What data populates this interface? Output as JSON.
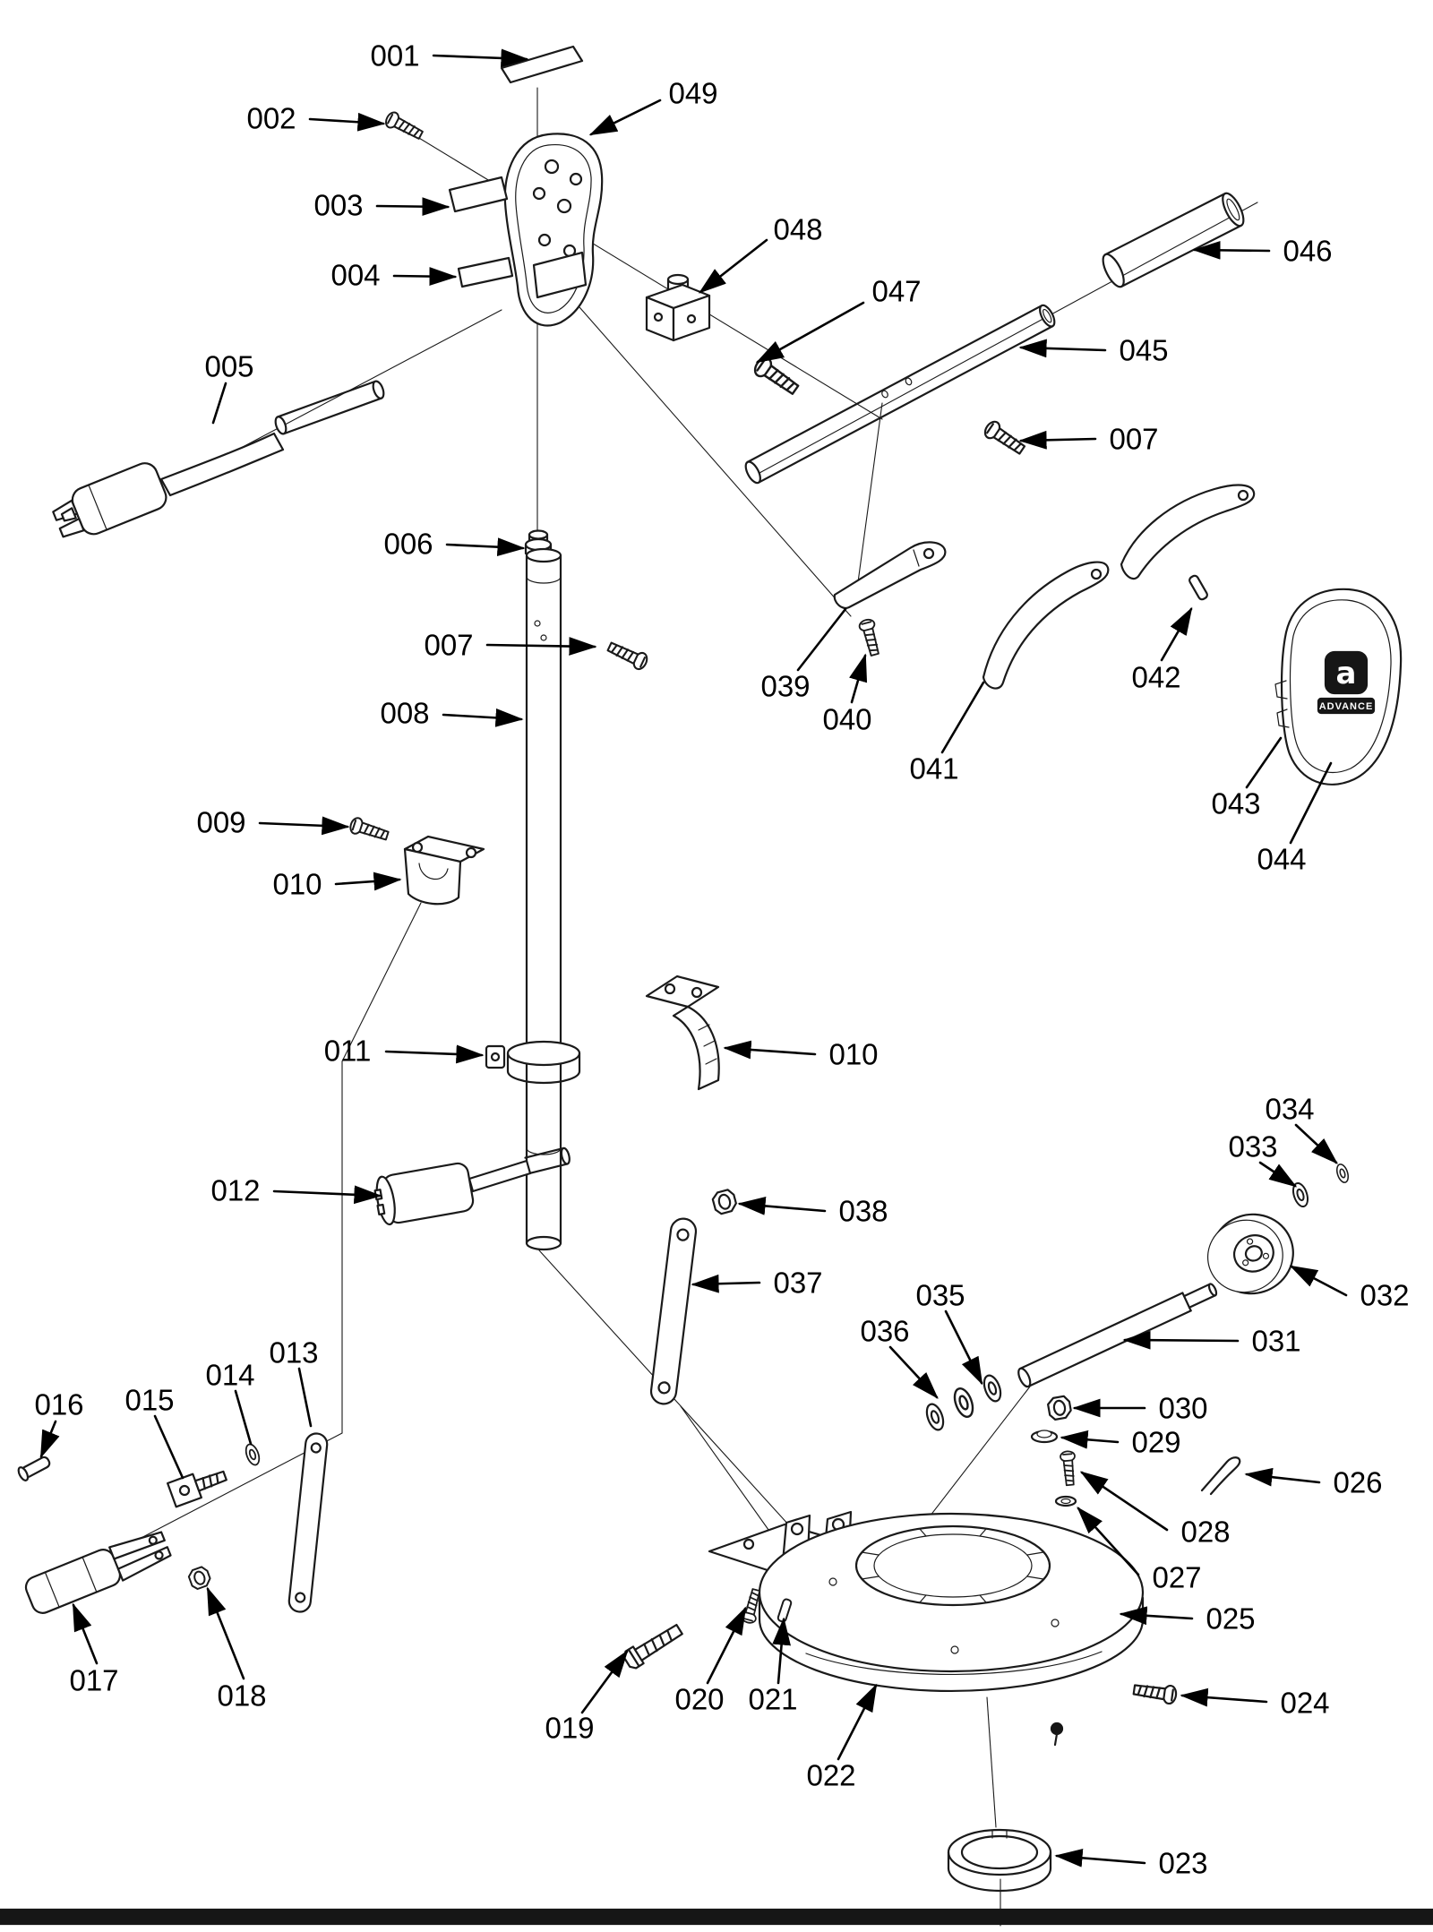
{
  "colors": {
    "ink": "#1a1a1a",
    "background": "#ffffff"
  },
  "brand": {
    "logo_mark": "a",
    "logo_text": "ADVANCE"
  },
  "diagram": {
    "type": "exploded-parts-diagram",
    "parts_count": 49,
    "callouts": [
      {
        "label": "001",
        "text": [
          441,
          62
        ],
        "line": [
          484,
          62,
          588,
          66
        ],
        "arrow": true
      },
      {
        "label": "002",
        "text": [
          303,
          132
        ],
        "line": [
          346,
          133,
          428,
          138
        ],
        "arrow": true
      },
      {
        "label": "049",
        "text": [
          774,
          104
        ],
        "line": [
          737,
          112,
          660,
          150
        ],
        "arrow": true
      },
      {
        "label": "003",
        "text": [
          378,
          229
        ],
        "line": [
          421,
          230,
          500,
          231
        ],
        "arrow": true
      },
      {
        "label": "048",
        "text": [
          891,
          256
        ],
        "line": [
          856,
          268,
          782,
          326
        ],
        "arrow": true
      },
      {
        "label": "004",
        "text": [
          397,
          307
        ],
        "line": [
          440,
          308,
          508,
          309
        ],
        "arrow": true
      },
      {
        "label": "047",
        "text": [
          1001,
          325
        ],
        "line": [
          964,
          338,
          846,
          404
        ],
        "arrow": true
      },
      {
        "label": "046",
        "text": [
          1460,
          280
        ],
        "line": [
          1417,
          280,
          1334,
          279
        ],
        "arrow": true
      },
      {
        "label": "045",
        "text": [
          1277,
          391
        ],
        "line": [
          1234,
          391,
          1140,
          388
        ],
        "arrow": true
      },
      {
        "label": "005",
        "text": [
          256,
          409
        ],
        "line": [
          252,
          428,
          238,
          472
        ],
        "arrow": false
      },
      {
        "label": "007",
        "text": [
          1266,
          490
        ],
        "line": [
          1223,
          490,
          1140,
          492
        ],
        "arrow": true
      },
      {
        "label": "006",
        "text": [
          456,
          607
        ],
        "line": [
          499,
          608,
          584,
          612
        ],
        "arrow": true
      },
      {
        "label": "007",
        "text": [
          501,
          720
        ],
        "line": [
          544,
          720,
          664,
          722
        ],
        "arrow": true
      },
      {
        "label": "039",
        "text": [
          877,
          766
        ],
        "line": [
          891,
          748,
          944,
          680
        ],
        "arrow": false
      },
      {
        "label": "040",
        "text": [
          946,
          803
        ],
        "line": [
          951,
          784,
          966,
          732
        ],
        "arrow": true
      },
      {
        "label": "008",
        "text": [
          452,
          796
        ],
        "line": [
          495,
          798,
          582,
          803
        ],
        "arrow": true
      },
      {
        "label": "041",
        "text": [
          1043,
          858
        ],
        "line": [
          1052,
          840,
          1098,
          762
        ],
        "arrow": false
      },
      {
        "label": "042",
        "text": [
          1291,
          756
        ],
        "line": [
          1297,
          737,
          1330,
          680
        ],
        "arrow": true
      },
      {
        "label": "043",
        "text": [
          1380,
          897
        ],
        "line": [
          1392,
          879,
          1430,
          824
        ],
        "arrow": false
      },
      {
        "label": "044",
        "text": [
          1431,
          959
        ],
        "line": [
          1441,
          941,
          1486,
          852
        ],
        "arrow": false
      },
      {
        "label": "009",
        "text": [
          247,
          918
        ],
        "line": [
          290,
          919,
          388,
          923
        ],
        "arrow": true
      },
      {
        "label": "010",
        "text": [
          332,
          987
        ],
        "line": [
          375,
          987,
          446,
          982
        ],
        "arrow": true
      },
      {
        "label": "011",
        "text": [
          388,
          1173
        ],
        "line": [
          431,
          1174,
          538,
          1178
        ],
        "arrow": true
      },
      {
        "label": "010",
        "text": [
          953,
          1177
        ],
        "line": [
          910,
          1177,
          810,
          1170
        ],
        "arrow": true
      },
      {
        "label": "034",
        "text": [
          1440,
          1238
        ],
        "line": [
          1447,
          1256,
          1492,
          1298
        ],
        "arrow": true
      },
      {
        "label": "033",
        "text": [
          1399,
          1280
        ],
        "line": [
          1407,
          1298,
          1446,
          1324
        ],
        "arrow": true
      },
      {
        "label": "012",
        "text": [
          263,
          1329
        ],
        "line": [
          306,
          1330,
          424,
          1335
        ],
        "arrow": true
      },
      {
        "label": "038",
        "text": [
          964,
          1352
        ],
        "line": [
          921,
          1352,
          826,
          1344
        ],
        "arrow": true
      },
      {
        "label": "032",
        "text": [
          1546,
          1446
        ],
        "line": [
          1503,
          1446,
          1442,
          1414
        ],
        "arrow": true
      },
      {
        "label": "037",
        "text": [
          891,
          1432
        ],
        "line": [
          848,
          1432,
          774,
          1434
        ],
        "arrow": true
      },
      {
        "label": "035",
        "text": [
          1050,
          1446
        ],
        "line": [
          1056,
          1464,
          1096,
          1544
        ],
        "arrow": true
      },
      {
        "label": "036",
        "text": [
          988,
          1486
        ],
        "line": [
          994,
          1504,
          1046,
          1560
        ],
        "arrow": true
      },
      {
        "label": "031",
        "text": [
          1425,
          1497
        ],
        "line": [
          1382,
          1497,
          1256,
          1496
        ],
        "arrow": true
      },
      {
        "label": "030",
        "text": [
          1321,
          1572
        ],
        "line": [
          1278,
          1572,
          1200,
          1572
        ],
        "arrow": true
      },
      {
        "label": "029",
        "text": [
          1291,
          1610
        ],
        "line": [
          1248,
          1610,
          1186,
          1605
        ],
        "arrow": true
      },
      {
        "label": "013",
        "text": [
          328,
          1510
        ],
        "line": [
          334,
          1528,
          347,
          1592
        ],
        "arrow": false
      },
      {
        "label": "014",
        "text": [
          257,
          1535
        ],
        "line": [
          263,
          1553,
          280,
          1612
        ],
        "arrow": false
      },
      {
        "label": "015",
        "text": [
          167,
          1563
        ],
        "line": [
          173,
          1581,
          204,
          1650
        ],
        "arrow": false
      },
      {
        "label": "016",
        "text": [
          66,
          1568
        ],
        "line": [
          62,
          1587,
          46,
          1626
        ],
        "arrow": true
      },
      {
        "label": "026",
        "text": [
          1516,
          1655
        ],
        "line": [
          1473,
          1655,
          1392,
          1646
        ],
        "arrow": true
      },
      {
        "label": "028",
        "text": [
          1346,
          1710
        ],
        "line": [
          1303,
          1708,
          1208,
          1644
        ],
        "arrow": true
      },
      {
        "label": "027",
        "text": [
          1314,
          1761
        ],
        "line": [
          1271,
          1758,
          1204,
          1684
        ],
        "arrow": true
      },
      {
        "label": "025",
        "text": [
          1374,
          1807
        ],
        "line": [
          1331,
          1807,
          1252,
          1802
        ],
        "arrow": true
      },
      {
        "label": "017",
        "text": [
          105,
          1876
        ],
        "line": [
          108,
          1857,
          82,
          1792
        ],
        "arrow": true
      },
      {
        "label": "018",
        "text": [
          270,
          1893
        ],
        "line": [
          272,
          1874,
          232,
          1774
        ],
        "arrow": true
      },
      {
        "label": "019",
        "text": [
          636,
          1929
        ],
        "line": [
          650,
          1912,
          700,
          1844
        ],
        "arrow": true
      },
      {
        "label": "020",
        "text": [
          781,
          1897
        ],
        "line": [
          790,
          1879,
          832,
          1796
        ],
        "arrow": true
      },
      {
        "label": "021",
        "text": [
          863,
          1897
        ],
        "line": [
          869,
          1879,
          875,
          1808
        ],
        "arrow": true
      },
      {
        "label": "024",
        "text": [
          1457,
          1901
        ],
        "line": [
          1414,
          1900,
          1320,
          1893
        ],
        "arrow": true
      },
      {
        "label": "022",
        "text": [
          928,
          1982
        ],
        "line": [
          936,
          1964,
          978,
          1882
        ],
        "arrow": true
      },
      {
        "label": "023",
        "text": [
          1321,
          2080
        ],
        "line": [
          1278,
          2080,
          1180,
          2072
        ],
        "arrow": true
      }
    ]
  }
}
